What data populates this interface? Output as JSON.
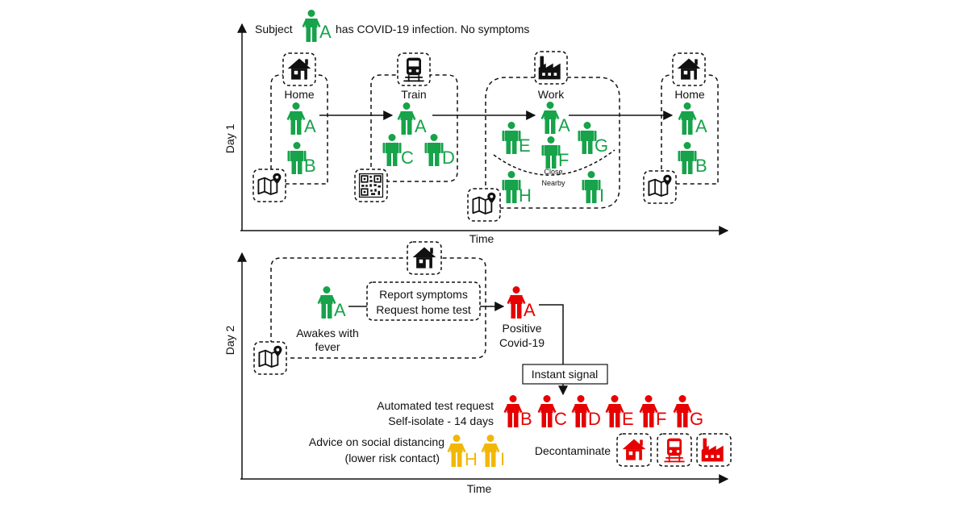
{
  "colors": {
    "healthy": "#16a34a",
    "infected": "#e60000",
    "lowrisk": "#f2b705",
    "ink": "#111111"
  },
  "day1": {
    "axis_label": "Day 1",
    "time_label": "Time",
    "subject_prefix": "Subject",
    "subject_letter": "A",
    "subject_suffix": "has COVID-19 infection. No symptoms",
    "locations": {
      "home": "Home",
      "train": "Train",
      "work": "Work",
      "home2": "Home"
    },
    "close_label": "Close",
    "nearby_label": "Nearby",
    "people": {
      "home_a": "A",
      "home_b": "B",
      "train_a": "A",
      "train_c": "C",
      "train_d": "D",
      "work_a": "A",
      "work_e": "E",
      "work_f": "F",
      "work_g": "G",
      "work_h": "H",
      "work_i": "I",
      "home2_a": "A",
      "home2_b": "B"
    }
  },
  "day2": {
    "axis_label": "Day 2",
    "time_label": "Time",
    "person_a": "A",
    "awakes_line1": "Awakes with",
    "awakes_line2": "fever",
    "report_line1": "Report symptoms",
    "report_line2": "Request home test",
    "positive_a": "A",
    "positive_line1": "Positive",
    "positive_line2": "Covid-19",
    "signal": "Instant signal",
    "auto_line1": "Automated test request",
    "auto_line2": "Self-isolate - 14 days",
    "advice_line1": "Advice on social distancing",
    "advice_line2": "(lower risk contact)",
    "contacts": [
      "B",
      "C",
      "D",
      "E",
      "F",
      "G"
    ],
    "lowrisk": [
      "H",
      "I"
    ],
    "decontaminate": "Decontaminate"
  }
}
